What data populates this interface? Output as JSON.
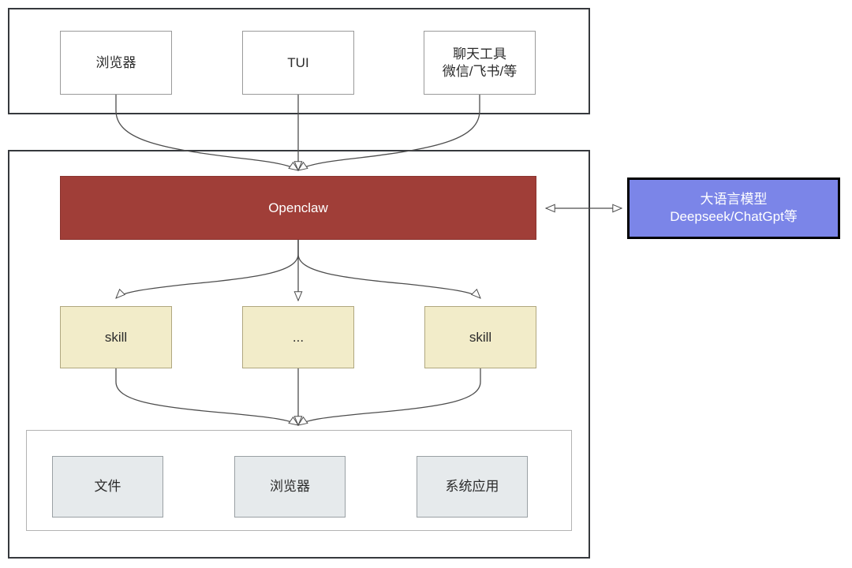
{
  "diagram": {
    "type": "architecture-flow",
    "title_present": false,
    "colors": {
      "core_fill": "#a03e38",
      "core_text": "#ffffff",
      "llm_fill": "#7b85e8",
      "llm_border": "#000000",
      "llm_text": "#ffffff",
      "skill_fill": "#f2ecc9",
      "skill_border": "#b0a77f",
      "resource_fill": "#e6eaec",
      "resource_border": "#9aa0a4",
      "container_border": "#36393d",
      "inner_container_border": "#b3b3b3",
      "plain_border": "#9a9a9a",
      "edge_stroke": "#4d4d4d",
      "background": "#ffffff"
    }
  },
  "clients_group": {
    "name": "clients-container",
    "items": [
      {
        "id": "browser-client",
        "label": "浏览器"
      },
      {
        "id": "tui-client",
        "label": "TUI"
      },
      {
        "id": "chat-client",
        "label": "聊天工具\n微信/飞书/等"
      }
    ]
  },
  "core": {
    "id": "openclaw-core",
    "label": "Openclaw"
  },
  "llm": {
    "id": "llm-box",
    "label": "大语言模型\nDeepseek/ChatGpt等"
  },
  "skills": {
    "name": "skills-row",
    "items": [
      {
        "id": "skill-left",
        "label": "skill"
      },
      {
        "id": "skill-middle",
        "label": "..."
      },
      {
        "id": "skill-right",
        "label": "skill"
      }
    ]
  },
  "resources_group": {
    "name": "resources-container",
    "items": [
      {
        "id": "resource-files",
        "label": "文件"
      },
      {
        "id": "resource-browser",
        "label": "浏览器"
      },
      {
        "id": "resource-system-apps",
        "label": "系统应用"
      }
    ]
  },
  "edges": [
    {
      "id": "edge-browser-to-core",
      "from": "browser-client",
      "to": "openclaw-core",
      "style": "curved-arrow"
    },
    {
      "id": "edge-tui-to-core",
      "from": "tui-client",
      "to": "openclaw-core",
      "style": "straight-arrow"
    },
    {
      "id": "edge-chat-to-core",
      "from": "chat-client",
      "to": "openclaw-core",
      "style": "curved-arrow"
    },
    {
      "id": "edge-core-to-llm",
      "from": "openclaw-core",
      "to": "llm-box",
      "style": "bidirectional-arrow"
    },
    {
      "id": "edge-core-to-skill-left",
      "from": "openclaw-core",
      "to": "skill-left",
      "style": "curved-arrow"
    },
    {
      "id": "edge-core-to-skill-middle",
      "from": "openclaw-core",
      "to": "skill-middle",
      "style": "straight-arrow"
    },
    {
      "id": "edge-core-to-skill-right",
      "from": "openclaw-core",
      "to": "skill-right",
      "style": "curved-arrow"
    },
    {
      "id": "edge-skill-left-to-resources",
      "from": "skill-left",
      "to": "resources-container",
      "style": "curved-arrow"
    },
    {
      "id": "edge-skill-middle-to-resources",
      "from": "skill-middle",
      "to": "resources-container",
      "style": "straight-arrow"
    },
    {
      "id": "edge-skill-right-to-resources",
      "from": "skill-right",
      "to": "resources-container",
      "style": "curved-arrow"
    }
  ]
}
